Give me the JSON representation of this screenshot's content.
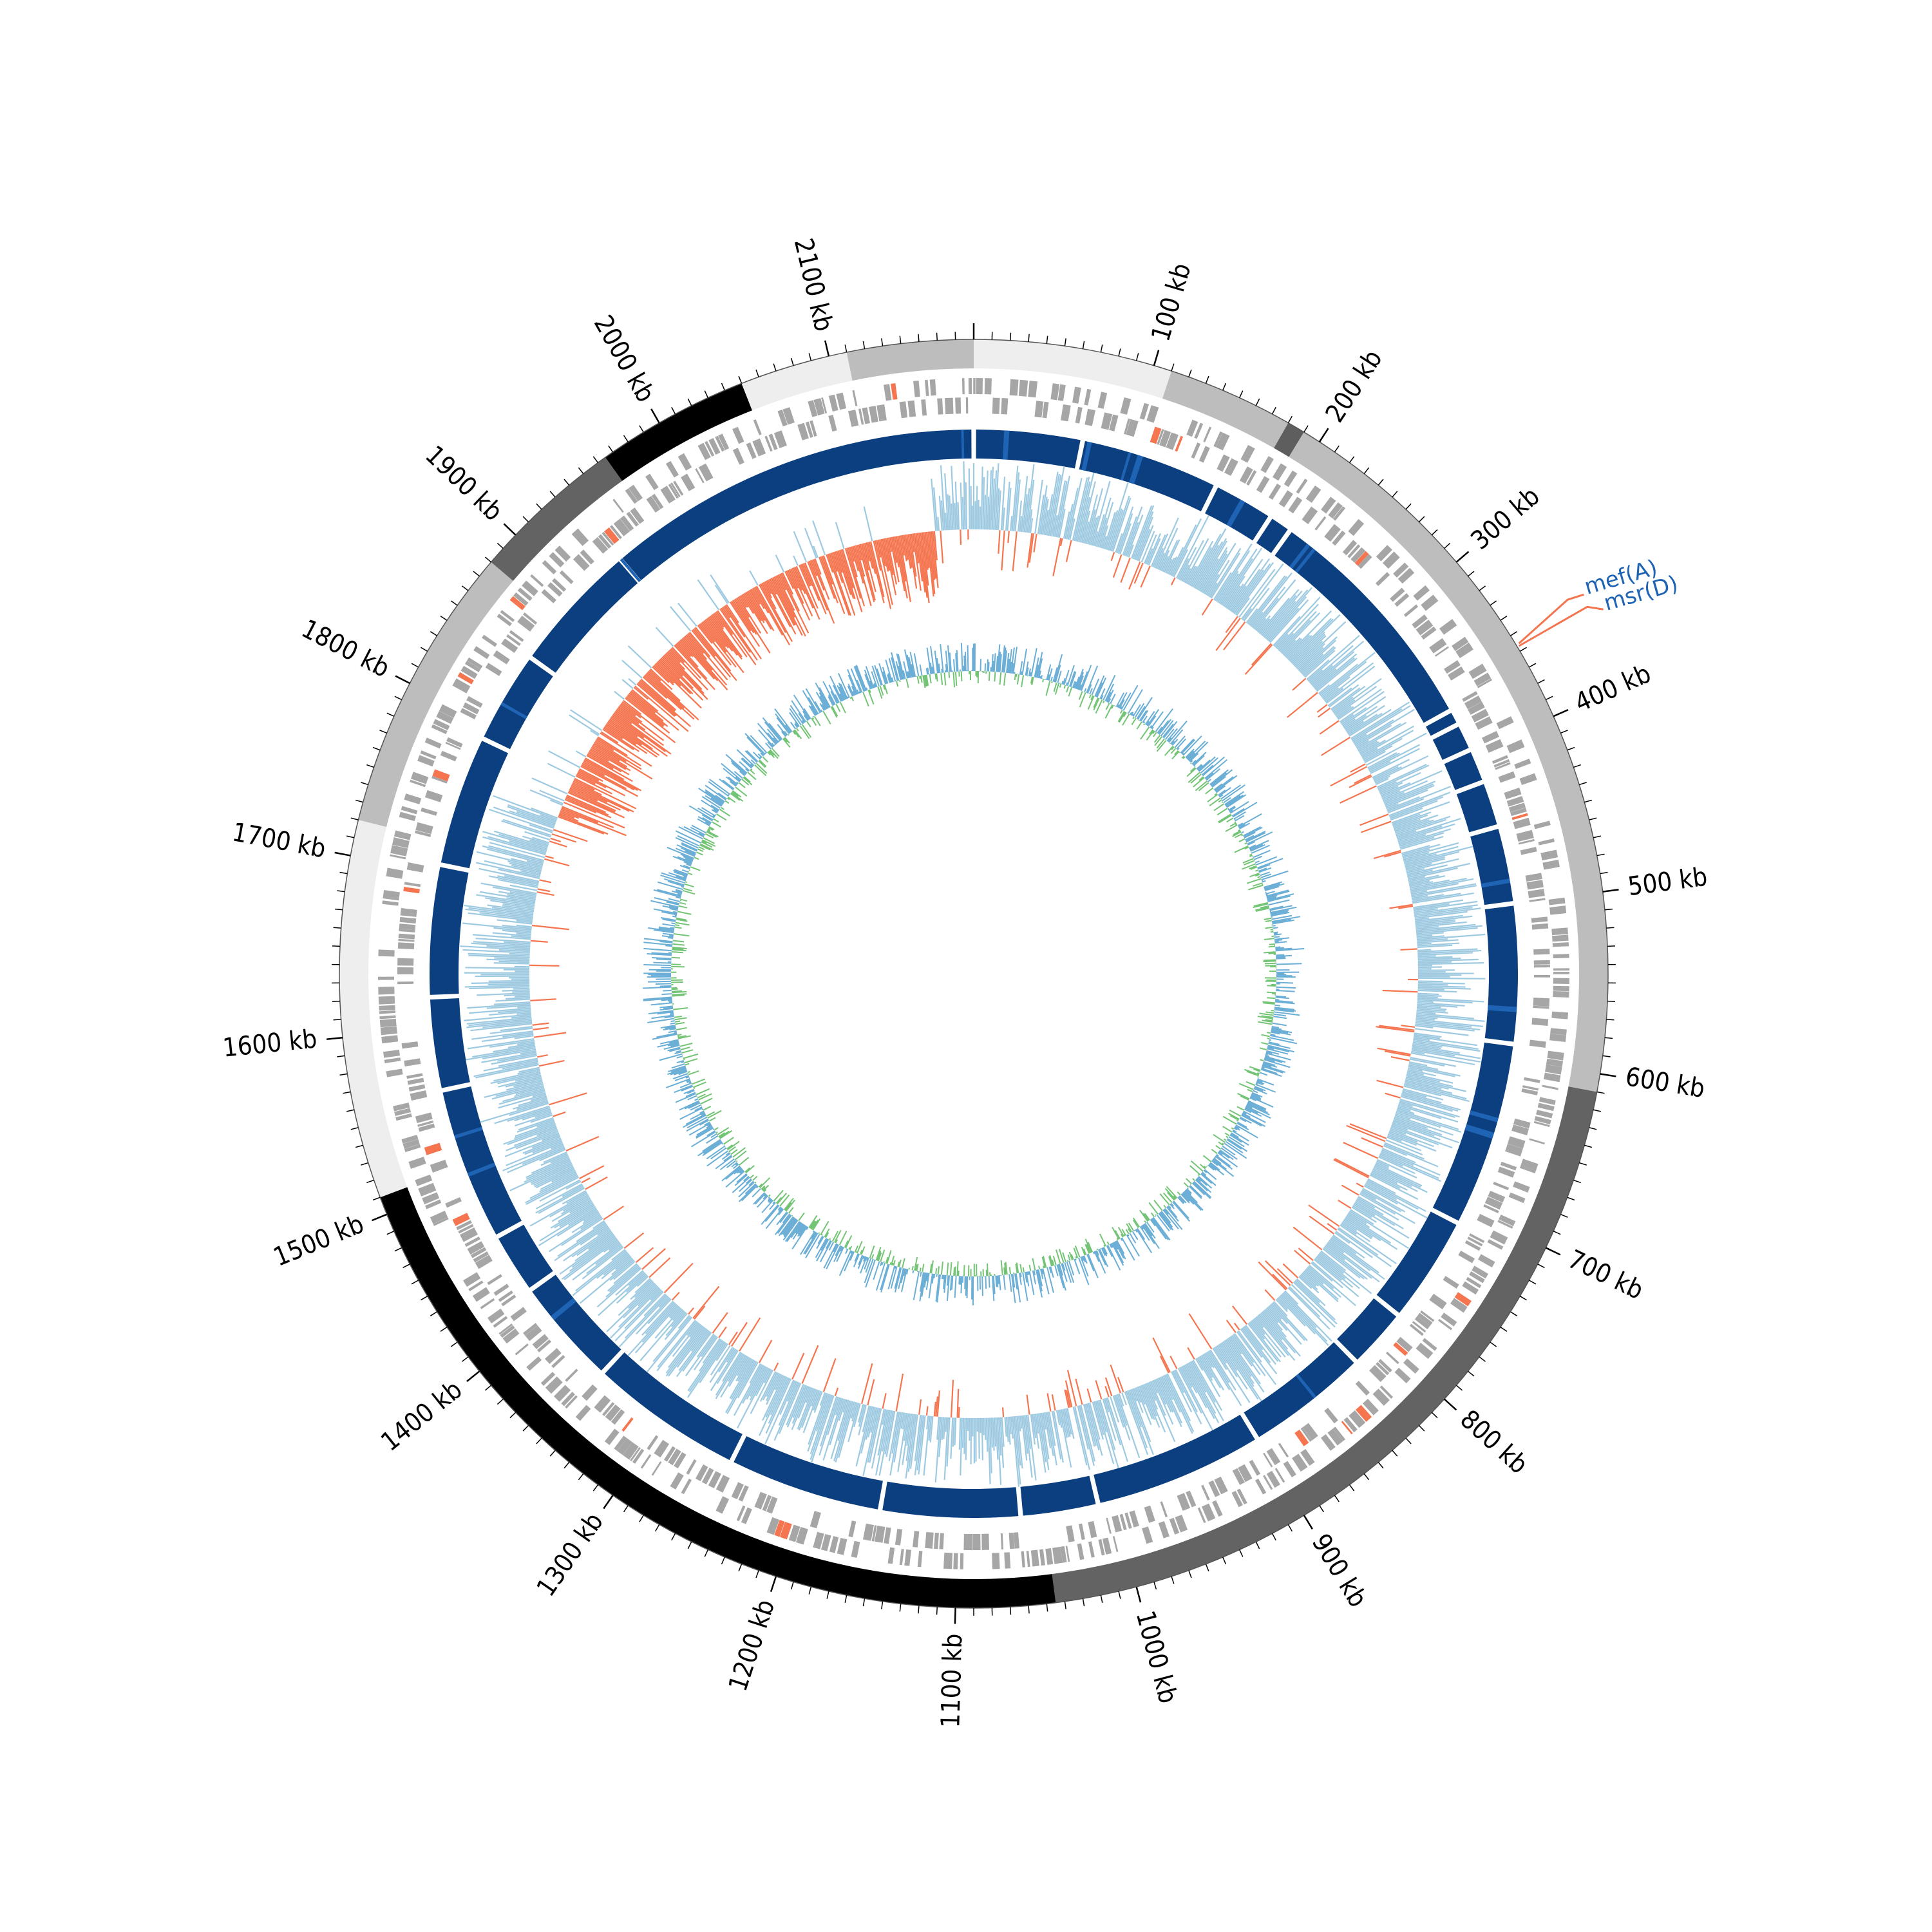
{
  "genome": {
    "length_kb": 2180,
    "start_angle_offset_kb": 0
  },
  "tick_labels": [
    "100 kb",
    "200 kb",
    "300 kb",
    "400 kb",
    "500 kb",
    "600 kb",
    "700 kb",
    "800 kb",
    "900 kb",
    "1000 kb",
    "1100 kb",
    "1200 kb",
    "1300 kb",
    "1400 kb",
    "1500 kb",
    "1600 kb",
    "1700 kb",
    "1800 kb",
    "1900 kb",
    "2000 kb",
    "2100 kb"
  ],
  "contigs": [
    {
      "start": 0,
      "end": 110,
      "color": "#eeeeee"
    },
    {
      "start": 110,
      "end": 180,
      "color": "#bdbdbd"
    },
    {
      "start": 180,
      "end": 190,
      "color": "#5e5e5e"
    },
    {
      "start": 190,
      "end": 610,
      "color": "#bdbdbd"
    },
    {
      "start": 610,
      "end": 1045,
      "color": "#636363"
    },
    {
      "start": 1045,
      "end": 1510,
      "color": "#000000"
    },
    {
      "start": 1510,
      "end": 1720,
      "color": "#eeeeee"
    },
    {
      "start": 1720,
      "end": 1880,
      "color": "#bdbdbd"
    },
    {
      "start": 1880,
      "end": 1965,
      "color": "#636363"
    },
    {
      "start": 1965,
      "end": 2050,
      "color": "#000000"
    },
    {
      "start": 2050,
      "end": 2110,
      "color": "#eeeeee"
    },
    {
      "start": 2110,
      "end": 2180,
      "color": "#bdbdbd"
    }
  ],
  "colors": {
    "gene": "#a6a6a6",
    "gene_highlight": "#f4754f",
    "blast_dark": "#0b3f80",
    "blast_mid": "#1f64b4",
    "gc_skew_positive": "#9ecae1",
    "gc_skew_negative": "#f4754f",
    "gc_content_blue": "#6baed6",
    "gc_content_green": "#74c476",
    "label_line": "#f4754f"
  },
  "blast_gaps_kb": [
    70,
    160,
    200,
    215,
    370,
    380,
    398,
    420,
    450,
    500,
    590,
    710,
    780,
    820,
    900,
    1010,
    1060,
    1150,
    1250,
    1350,
    1420,
    1460,
    1560,
    1620,
    1705,
    1790,
    1850,
    1935
  ],
  "skew_negative_region_kb": [
    1760,
    2150
  ],
  "resistance_genes": {
    "position_kb": 356,
    "labels": [
      "mef(A)",
      "msr(D)"
    ]
  }
}
